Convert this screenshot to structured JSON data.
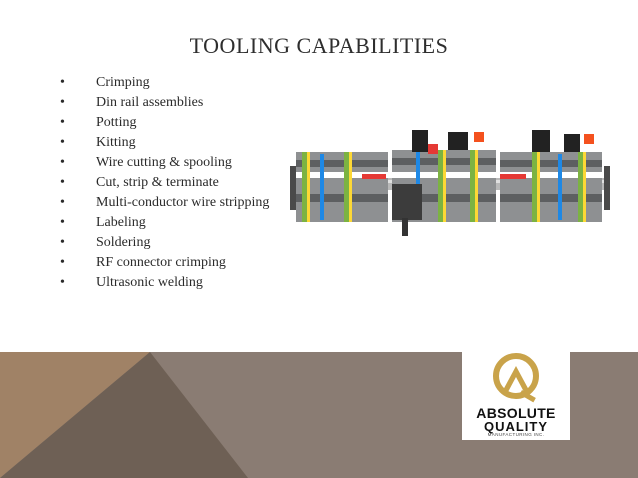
{
  "slide": {
    "title": "TOOLING CAPABILITIES",
    "bullet_char": "•",
    "bullets": [
      "Crimping",
      "Din rail assemblies",
      "Potting",
      "Kitting",
      "Wire cutting & spooling",
      "Cut, strip & terminate",
      "Multi-conductor wire stripping",
      "Labeling",
      "Soldering",
      "RF connector crimping",
      "Ultrasonic welding"
    ]
  },
  "logo": {
    "line1": "ABSOLUTE",
    "line2": "QUALITY",
    "line3": "MANUFACTURING INC."
  },
  "colors": {
    "footer_gray": "#8a7c73",
    "footer_tan": "#a08266",
    "footer_dark": "#6e6055",
    "logo_gold": "#c9a34a"
  }
}
